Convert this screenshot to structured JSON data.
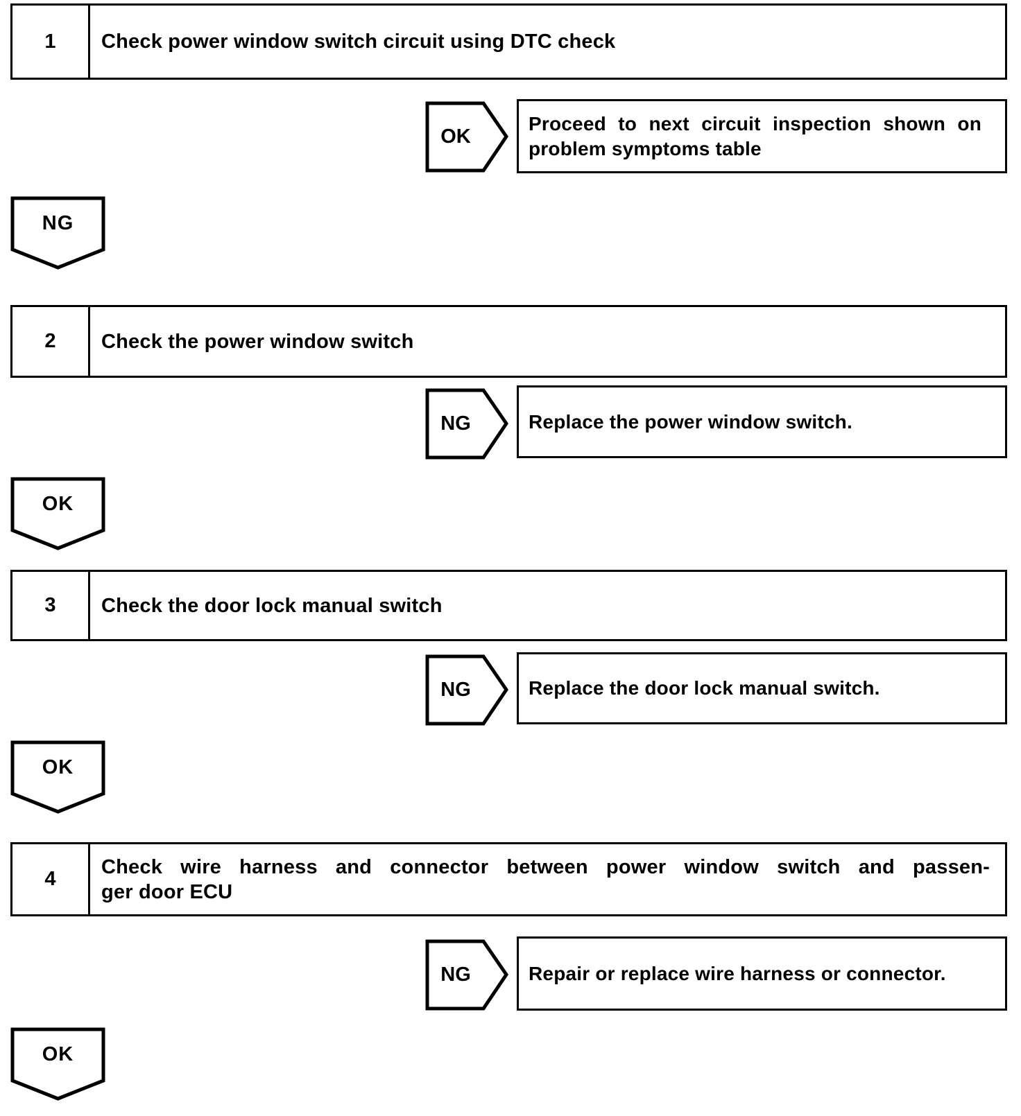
{
  "flowchart": {
    "steps": [
      {
        "number": "1",
        "title_lines": [
          "Check power window switch circuit using DTC check"
        ]
      },
      {
        "number": "2",
        "title_lines": [
          "Check the power window switch"
        ]
      },
      {
        "number": "3",
        "title_lines": [
          "Check the door lock manual switch"
        ]
      },
      {
        "number": "4",
        "title_lines": [
          "Check wire harness and connector between power window switch and passen-",
          "ger door ECU"
        ]
      }
    ],
    "branches": [
      {
        "label": "OK",
        "result_lines": [
          "Proceed to next circuit inspection shown on",
          "problem symptoms table"
        ]
      },
      {
        "label": "NG",
        "result_lines": [
          "Replace the power window switch."
        ]
      },
      {
        "label": "NG",
        "result_lines": [
          "Replace the door lock manual switch."
        ]
      },
      {
        "label": "NG",
        "result_lines": [
          "Repair or replace wire harness or connector."
        ]
      }
    ],
    "connectors": [
      {
        "label": "NG"
      },
      {
        "label": "OK"
      },
      {
        "label": "OK"
      },
      {
        "label": "OK"
      }
    ],
    "colors": {
      "ink": "#000000",
      "paper": "#ffffff"
    }
  }
}
